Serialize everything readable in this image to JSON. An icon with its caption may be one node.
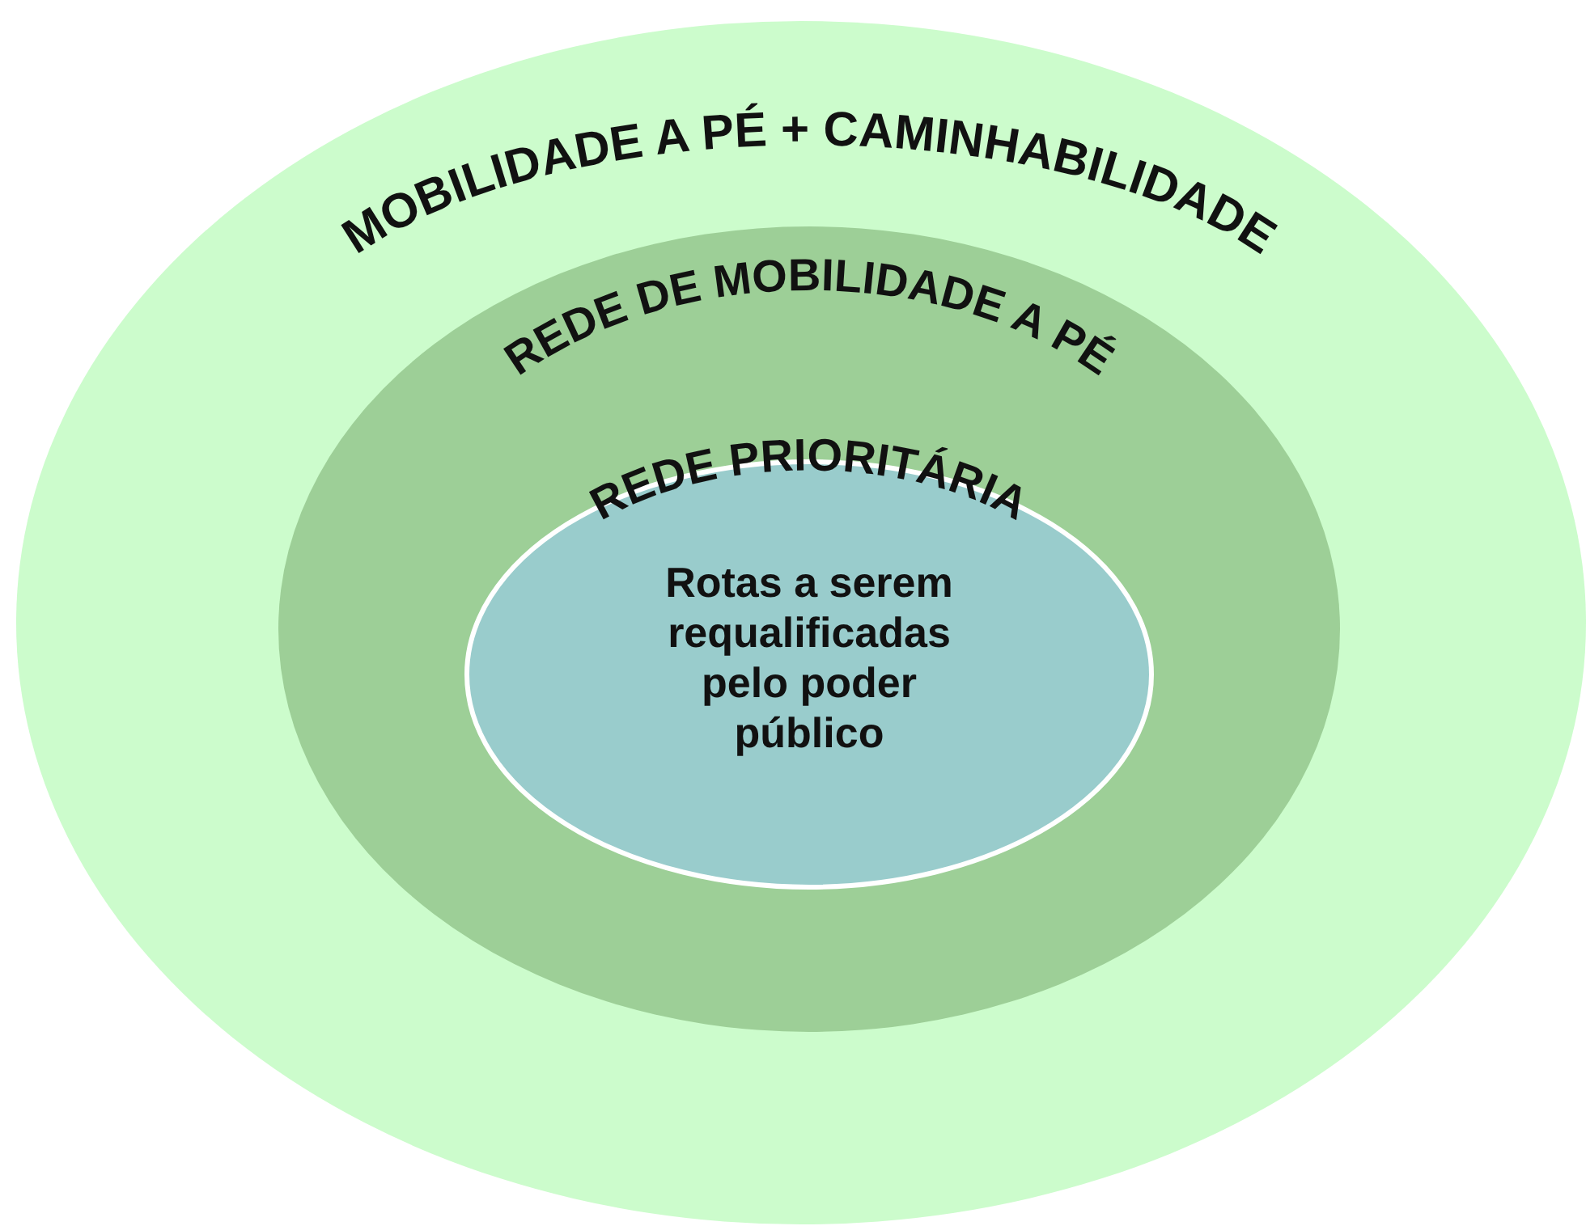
{
  "diagram": {
    "nodes": [
      {
        "text": [
          "MOBILIDADE A PÉ + CAMINHABILIDADE"
        ]
      },
      {
        "text": [
          "REDE DE MOBILIDADE A PÉ"
        ],
        "in": 0
      },
      {
        "text": [
          "REDE PRIORITÁRIA",
          "Rotas a serem requalificadas pelo poder público"
        ],
        "in": 1
      }
    ]
  }
}
